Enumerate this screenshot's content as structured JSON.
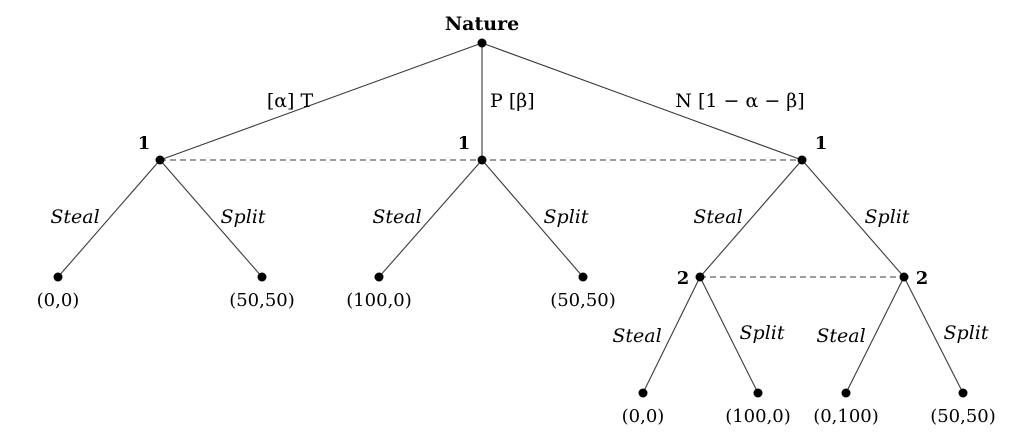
{
  "root_label": "Nature",
  "nature_branches": {
    "left": "[α] T",
    "middle": "P [β]",
    "right": "N [1 − α − β]"
  },
  "player1_label": "1",
  "player2_label": "2",
  "actions": {
    "steal": "Steal",
    "split": "Split"
  },
  "payoffs": {
    "t_steal": "(0,0)",
    "t_split": "(50,50)",
    "p_steal": "(100,0)",
    "p_split": "(50,50)",
    "n_steal_steal": "(0,0)",
    "n_steal_split": "(100,0)",
    "n_split_steal": "(0,100)",
    "n_split_split": "(50,50)"
  }
}
